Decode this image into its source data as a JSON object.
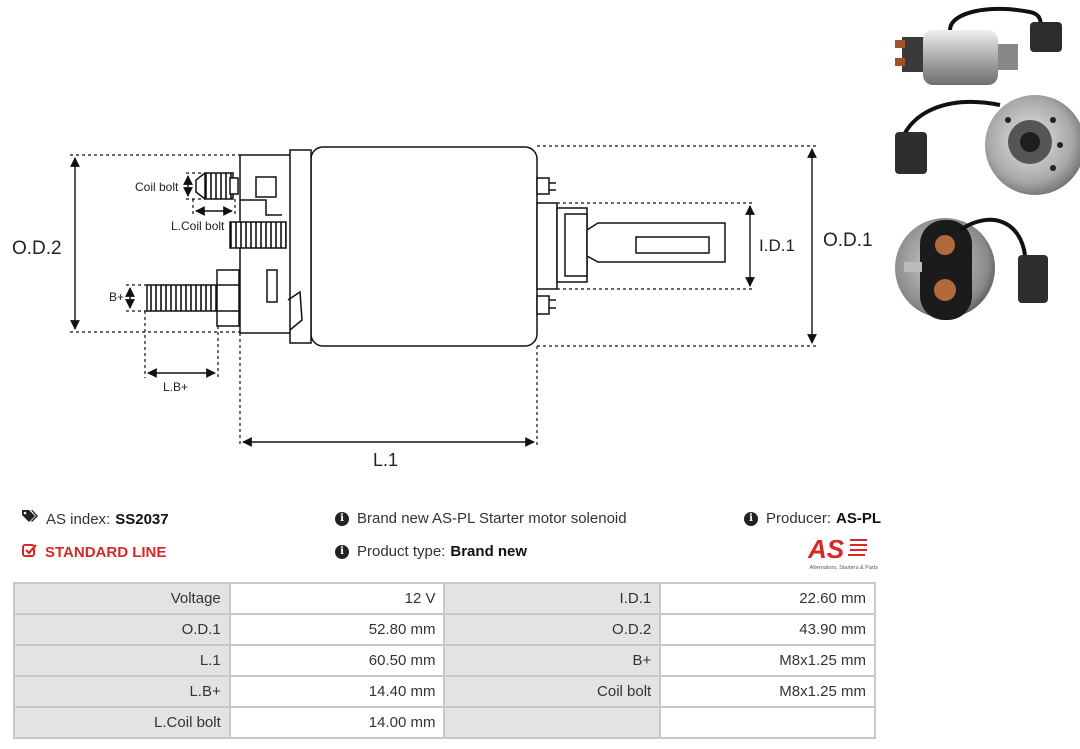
{
  "diagram": {
    "labels": {
      "od2": "O.D.2",
      "od1": "O.D.1",
      "id1": "I.D.1",
      "l1": "L.1",
      "coil_bolt": "Coil bolt",
      "l_coil_bolt": "L.Coil bolt",
      "b_plus": "B+",
      "l_b_plus": "L.B+"
    }
  },
  "info": {
    "as_index_label": "AS index:",
    "as_index_value": "SS2037",
    "standard_line": "STANDARD LINE",
    "description": "Brand new AS-PL Starter motor solenoid",
    "product_type_label": "Product type:",
    "product_type_value": "Brand new",
    "producer_label": "Producer:",
    "producer_value": "AS-PL"
  },
  "logo": {
    "text": "AS",
    "tagline": "Alternators, Starters & Parts",
    "color": "#d62828"
  },
  "specs": [
    {
      "k1": "Voltage",
      "v1": "12 V",
      "k2": "I.D.1",
      "v2": "22.60 mm"
    },
    {
      "k1": "O.D.1",
      "v1": "52.80 mm",
      "k2": "O.D.2",
      "v2": "43.90 mm"
    },
    {
      "k1": "L.1",
      "v1": "60.50 mm",
      "k2": "B+",
      "v2": "M8x1.25 mm"
    },
    {
      "k1": "L.B+",
      "v1": "14.40 mm",
      "k2": "Coil bolt",
      "v2": "M8x1.25 mm"
    },
    {
      "k1": "L.Coil bolt",
      "v1": "14.00 mm",
      "k2": "",
      "v2": ""
    }
  ],
  "icons": {
    "tag": "tag-icon",
    "check": "check-square-icon",
    "info": "info-circle-icon"
  }
}
